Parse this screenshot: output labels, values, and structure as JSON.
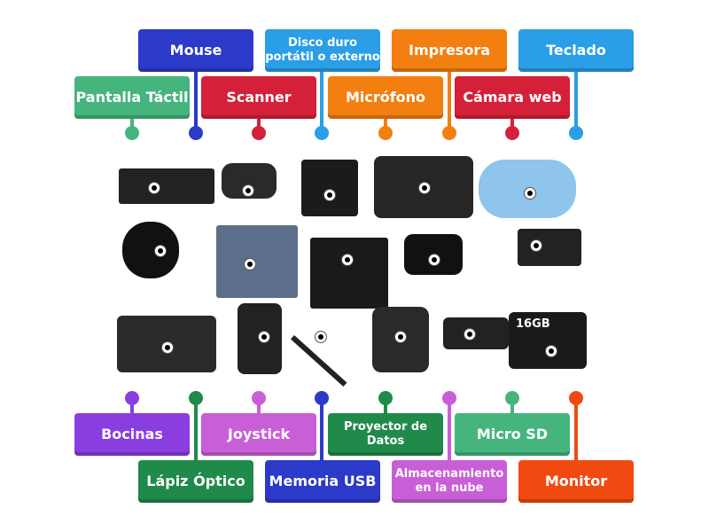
{
  "labels": [
    {
      "text": "Mouse",
      "color": "#2b3ac9"
    },
    {
      "text": "Disco duro portátil o externo",
      "color": "#2a9ee6"
    },
    {
      "text": "Impresora",
      "color": "#f27f10"
    },
    {
      "text": "Teclado",
      "color": "#2a9ee6"
    },
    {
      "text": "Pantalla Táctil",
      "color": "#45b57d"
    },
    {
      "text": "Scanner",
      "color": "#d42038"
    },
    {
      "text": "Micrófono",
      "color": "#f27f10"
    },
    {
      "text": "Cámara web",
      "color": "#d42038"
    },
    {
      "text": "Bocinas",
      "color": "#8a3ee0"
    },
    {
      "text": "Joystick",
      "color": "#c95fd6"
    },
    {
      "text": "Proyector de Datos",
      "color": "#1f8a4a"
    },
    {
      "text": "Micro SD",
      "color": "#45b57d"
    },
    {
      "text": "Lápiz Óptico",
      "color": "#1f8a4a"
    },
    {
      "text": "Memoria USB",
      "color": "#2b3ac9"
    },
    {
      "text": "Almacenamiento en la nube",
      "color": "#c95fd6"
    },
    {
      "text": "Monitor",
      "color": "#f04a10"
    }
  ],
  "images": [
    {
      "icon": "keyboard-image"
    },
    {
      "icon": "webcam-image"
    },
    {
      "icon": "printer-image"
    },
    {
      "icon": "projector-image"
    },
    {
      "icon": "cloud-image"
    },
    {
      "icon": "mouse-image"
    },
    {
      "icon": "tablet-image"
    },
    {
      "icon": "monitor-image"
    },
    {
      "icon": "speakers-image"
    },
    {
      "icon": "hard-drive-image"
    },
    {
      "icon": "scanner-image"
    },
    {
      "icon": "microphone-image"
    },
    {
      "icon": "light-pen-image"
    },
    {
      "icon": "joystick-image"
    },
    {
      "icon": "usb-drive-image"
    },
    {
      "icon": "microsd-image"
    }
  ],
  "microsd_text": "16GB"
}
